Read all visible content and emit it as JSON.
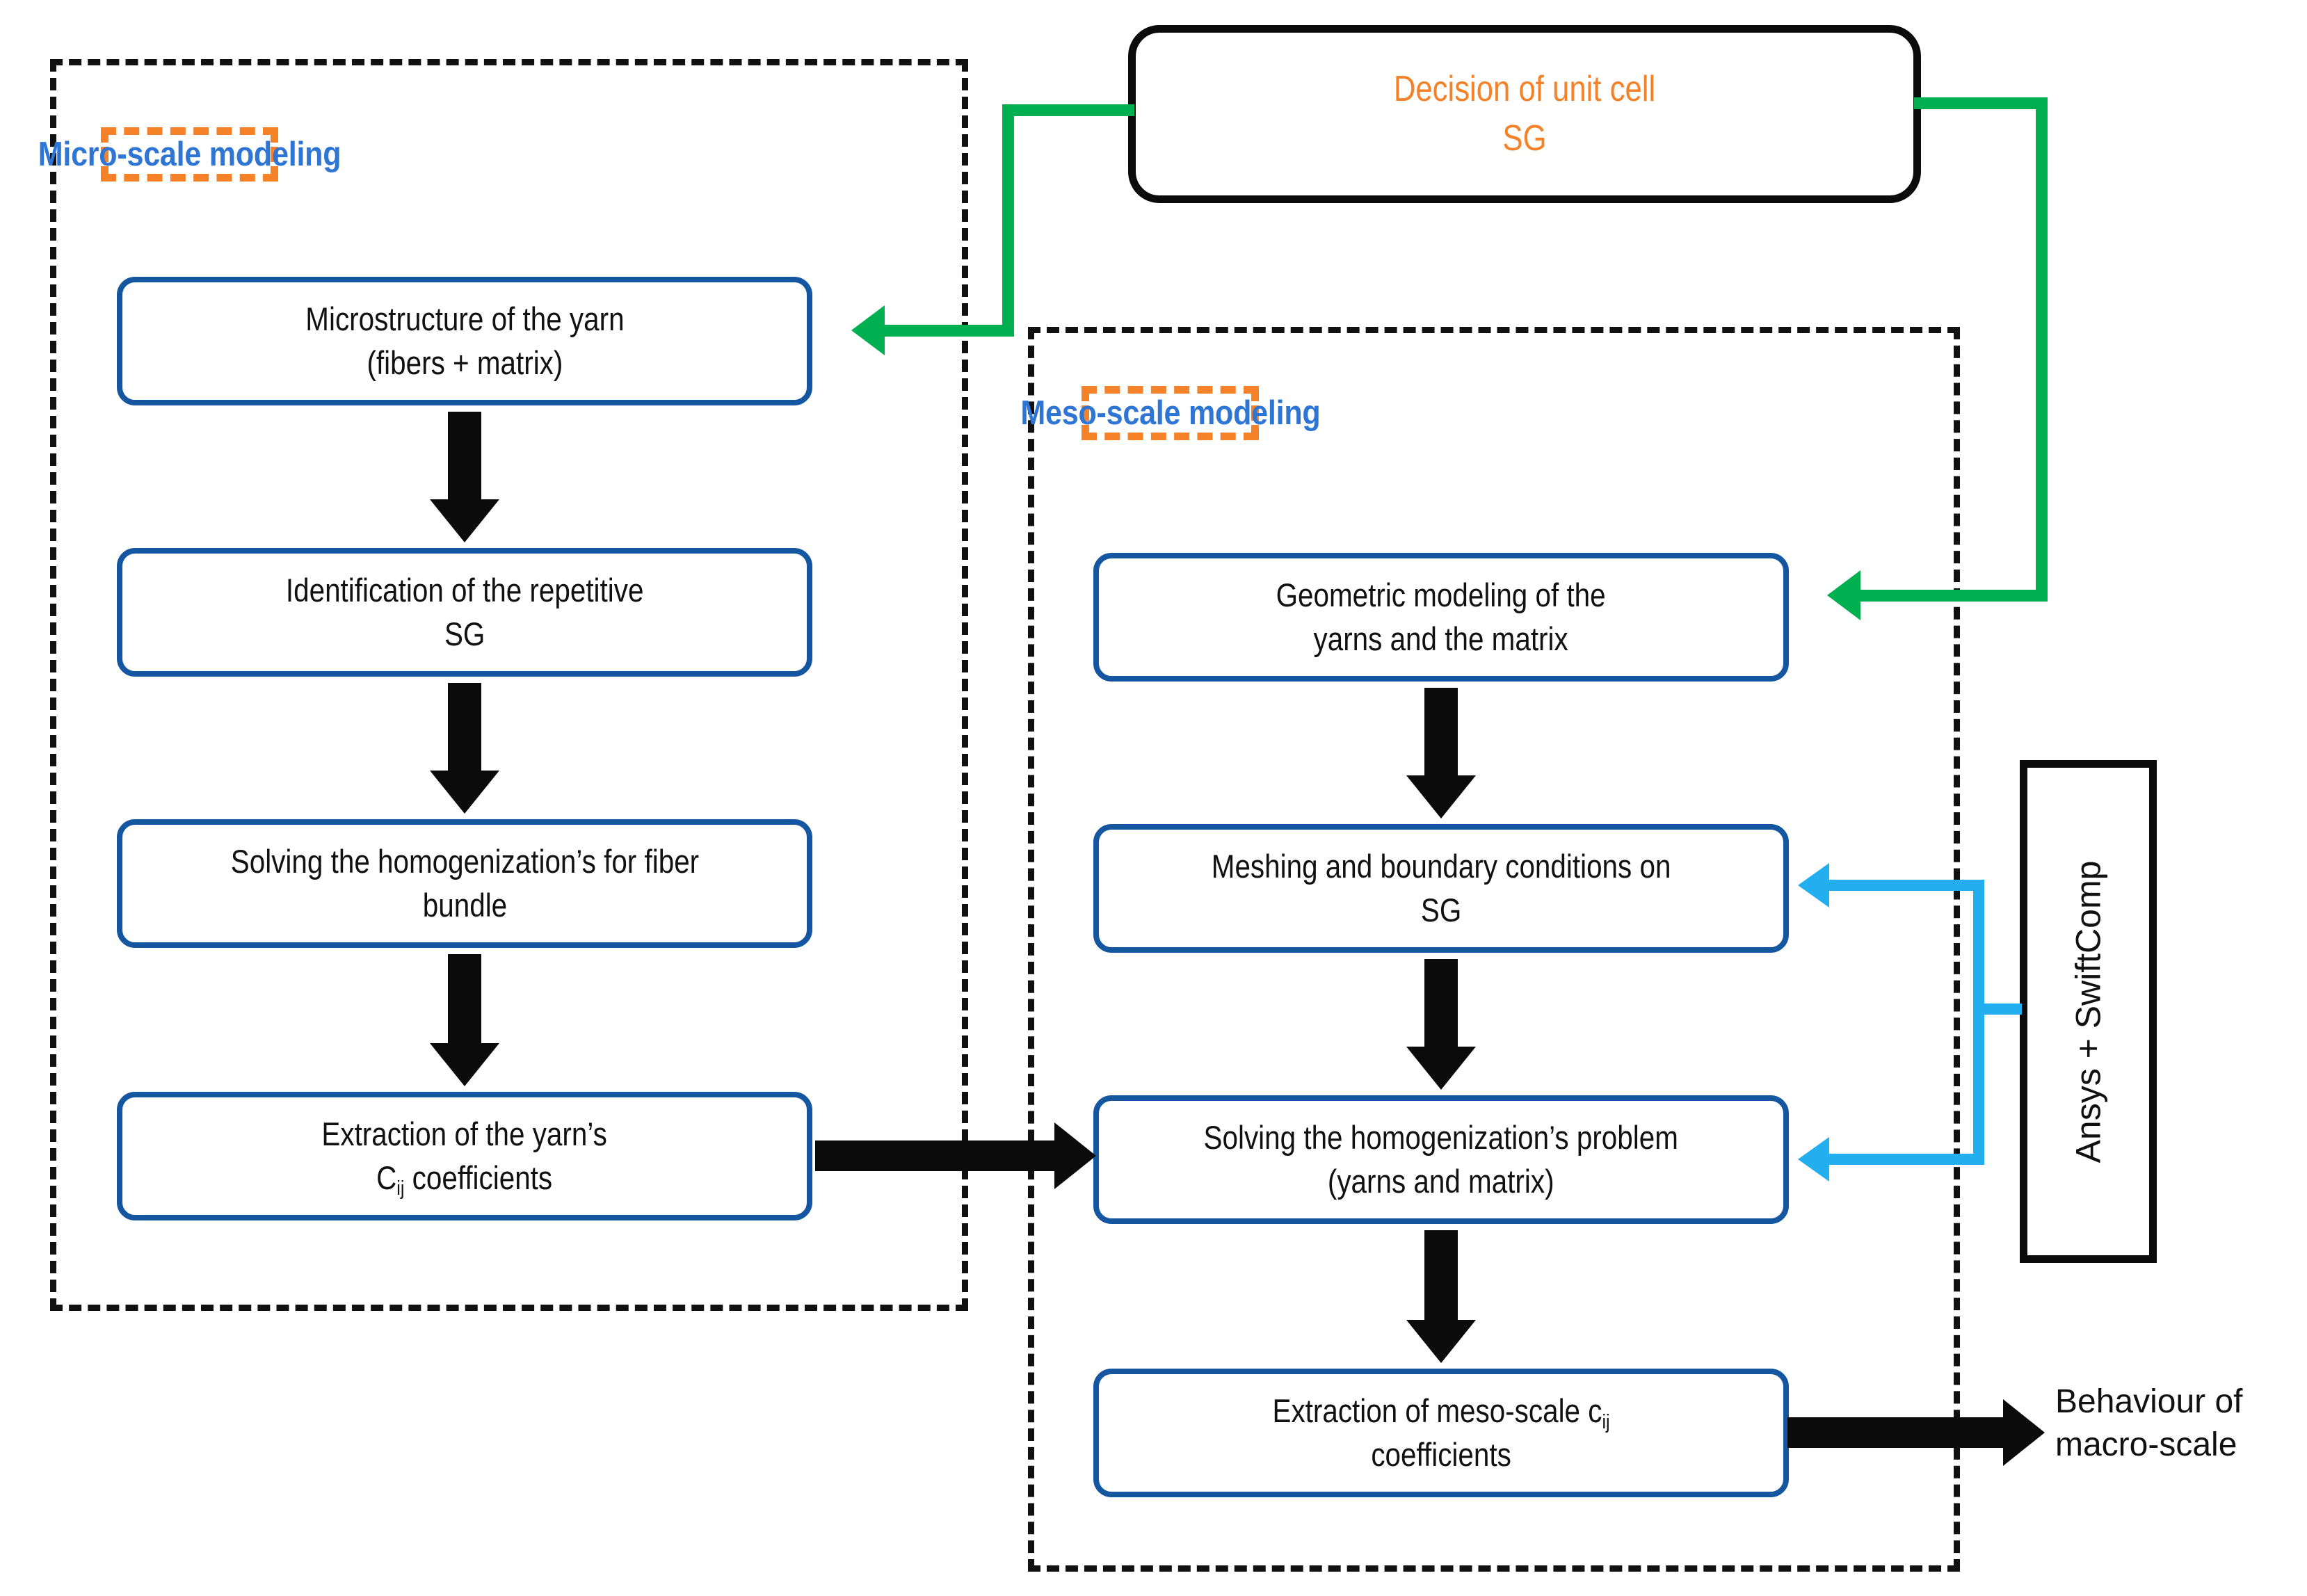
{
  "diagram": {
    "title": "Multi-scale modeling workflow",
    "colors": {
      "process_box_border": "#1456A0",
      "scale_region_border": "#111111",
      "scale_tag_border": "#F58229",
      "scale_tag_text": "#2E75D4",
      "decision_text": "#F58229",
      "decision_border": "#0B0B0B",
      "green_connector": "#00B050",
      "cyan_connector": "#22AEEF",
      "black_arrow": "#0B0B0B"
    }
  },
  "decision": {
    "label": "Decision of unit cell\nSG"
  },
  "micro": {
    "tag": "Micro-scale modeling",
    "steps": [
      {
        "id": "micro-structure",
        "label": "Microstructure of the yarn\n(fibers + matrix)"
      },
      {
        "id": "micro-identify",
        "label": "Identification of the repetitive\nSG"
      },
      {
        "id": "micro-solve",
        "label": "Solving the homogenization’s for fiber\nbundle"
      },
      {
        "id": "micro-extract",
        "label_line1": "Extraction of the yarn’s",
        "label_line2_pre": "C",
        "label_line2_sub": "ij",
        "label_line2_post": " coefficients"
      }
    ]
  },
  "meso": {
    "tag": "Meso-scale modeling",
    "steps": [
      {
        "id": "meso-geometry",
        "label": "Geometric modeling of the\nyarns and the matrix"
      },
      {
        "id": "meso-mesh",
        "label": "Meshing and boundary conditions on\nSG"
      },
      {
        "id": "meso-solve",
        "label": "Solving the homogenization’s problem\n(yarns and matrix)"
      },
      {
        "id": "meso-extract",
        "label_line1_pre": "Extraction of  meso-scale c",
        "label_line1_sub": "ij",
        "label_line2": "coefficients"
      }
    ]
  },
  "tool": {
    "label": "Ansys + SwiftComp"
  },
  "output": {
    "label": "Behaviour of\nmacro-scale"
  },
  "connectors": [
    {
      "id": "decision-to-micro",
      "color": "#00B050",
      "from": "decision",
      "to": "micro-structure"
    },
    {
      "id": "decision-to-meso",
      "color": "#00B050",
      "from": "decision",
      "to": "meso-geometry"
    },
    {
      "id": "micro-to-meso",
      "color": "#0B0B0B",
      "from": "micro-extract",
      "to": "meso-solve"
    },
    {
      "id": "tool-to-mesh",
      "color": "#22AEEF",
      "from": "tool",
      "to": "meso-mesh"
    },
    {
      "id": "tool-to-solve",
      "color": "#22AEEF",
      "from": "tool",
      "to": "meso-solve"
    },
    {
      "id": "meso-to-macro",
      "color": "#0B0B0B",
      "from": "meso-extract",
      "to": "macro-output"
    }
  ]
}
